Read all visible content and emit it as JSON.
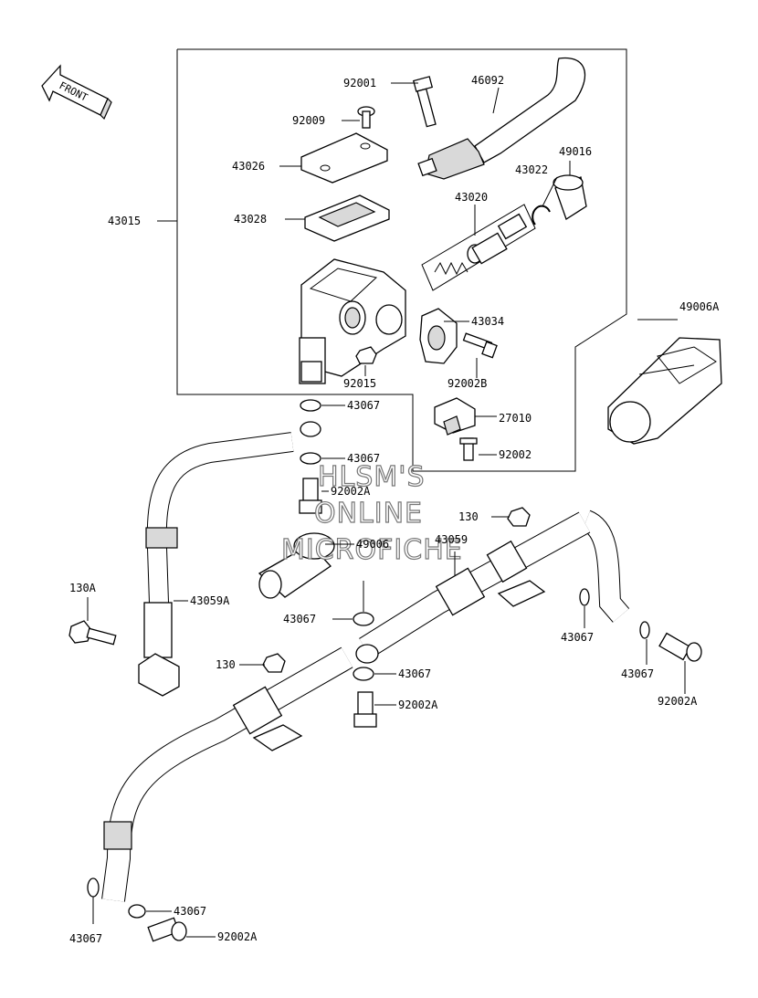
{
  "front_tag": "FRONT",
  "watermark": [
    "HLSM'S",
    "ONLINE",
    "MICROFICHE"
  ],
  "parts": [
    {
      "key": "p92001",
      "number": "92001"
    },
    {
      "key": "p46092",
      "number": "46092"
    },
    {
      "key": "p92009",
      "number": "92009"
    },
    {
      "key": "p43026",
      "number": "43026"
    },
    {
      "key": "p43022",
      "number": "43022"
    },
    {
      "key": "p49016",
      "number": "49016"
    },
    {
      "key": "p43020",
      "number": "43020"
    },
    {
      "key": "p43015",
      "number": "43015"
    },
    {
      "key": "p43028",
      "number": "43028"
    },
    {
      "key": "p43034",
      "number": "43034"
    },
    {
      "key": "p49006A",
      "number": "49006A"
    },
    {
      "key": "p92015",
      "number": "92015"
    },
    {
      "key": "p92002B",
      "number": "92002B"
    },
    {
      "key": "p43067a",
      "number": "43067"
    },
    {
      "key": "p27010",
      "number": "27010"
    },
    {
      "key": "p43067b",
      "number": "43067"
    },
    {
      "key": "p92002",
      "number": "92002"
    },
    {
      "key": "p92002Aa",
      "number": "92002A"
    },
    {
      "key": "p130a",
      "number": "130"
    },
    {
      "key": "p49006",
      "number": "49006"
    },
    {
      "key": "p43059",
      "number": "43059"
    },
    {
      "key": "p130A",
      "number": "130A"
    },
    {
      "key": "p43059A",
      "number": "43059A"
    },
    {
      "key": "p43067c",
      "number": "43067"
    },
    {
      "key": "p43067d",
      "number": "43067"
    },
    {
      "key": "p43067e",
      "number": "43067"
    },
    {
      "key": "p130b",
      "number": "130"
    },
    {
      "key": "p43067f",
      "number": "43067"
    },
    {
      "key": "p92002Ab",
      "number": "92002A"
    },
    {
      "key": "p92002Ac",
      "number": "92002A"
    },
    {
      "key": "p43067g",
      "number": "43067"
    },
    {
      "key": "p43067h",
      "number": "43067"
    },
    {
      "key": "p92002Ad",
      "number": "92002A"
    }
  ]
}
